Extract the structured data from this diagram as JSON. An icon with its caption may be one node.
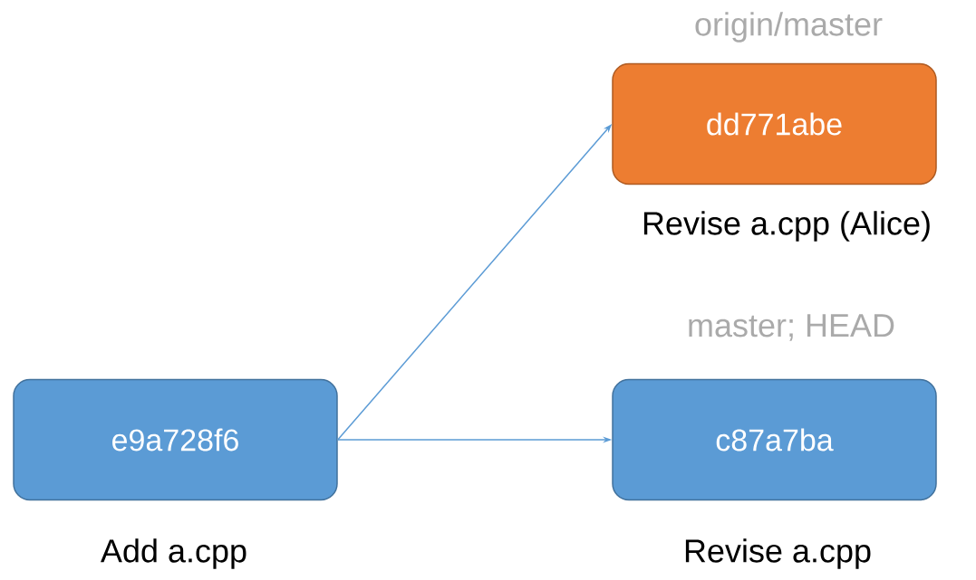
{
  "diagram": {
    "nodes": [
      {
        "text": [
          "e9a728f6"
        ],
        "beside": [
          "Add a.cpp"
        ]
      },
      {
        "text": [
          "dd771abe"
        ],
        "beside": [
          "origin/master",
          "Revise a.cpp (Alice)"
        ]
      },
      {
        "text": [
          "c87a7ba"
        ],
        "beside": [
          "master; HEAD",
          "Revise a.cpp"
        ]
      }
    ],
    "edges": [
      {
        "from": 0,
        "to": 1,
        "arrow": "to"
      },
      {
        "from": 0,
        "to": 2,
        "arrow": "to"
      }
    ]
  }
}
